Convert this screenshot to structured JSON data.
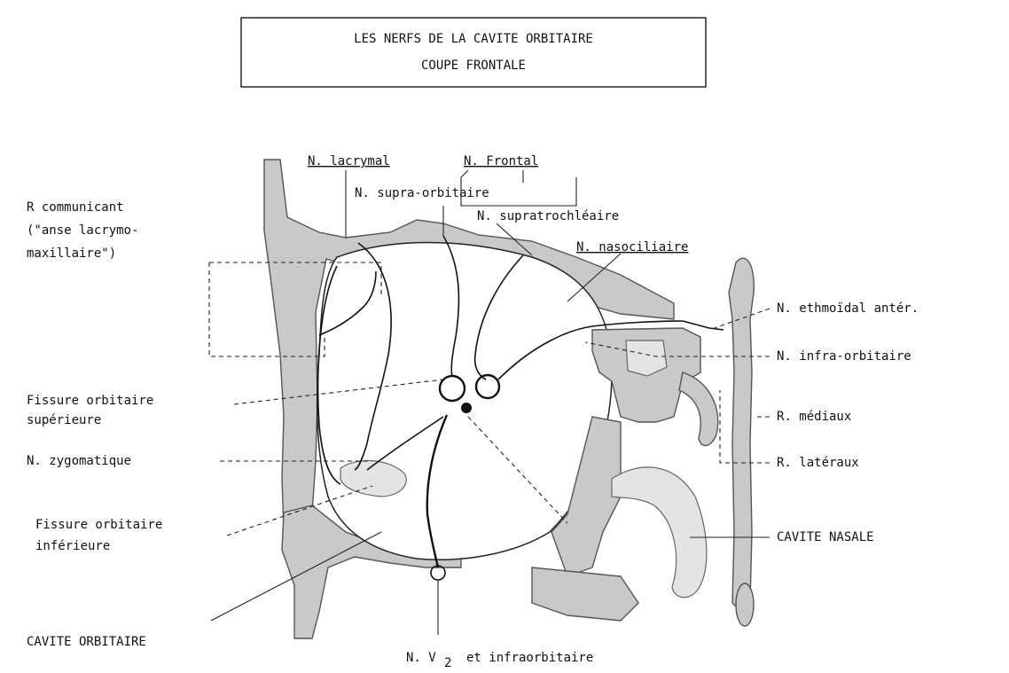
{
  "title": {
    "line1": "LES NERFS DE LA CAVITE ORBITAIRE",
    "line2": "COUPE FRONTALE"
  },
  "labels": {
    "lacrymal": "N. lacrymal",
    "frontal": "N. Frontal",
    "supra_orbitaire": "N. supra-orbitaire",
    "r_communicant_1": "R communicant",
    "r_communicant_2": "(\"anse lacrymo-",
    "r_communicant_3": "maxillaire\")",
    "supratrochleaire": "N. supratrochléaire",
    "nasociliaire": "N. nasociliaire",
    "ethmoidal": "N. ethmoïdal antér.",
    "infra_orbitaire": "N. infra-orbitaire",
    "fissure_sup_1": "Fissure orbitaire",
    "fissure_sup_2": "supérieure",
    "mediaux": "R. médiaux",
    "zygomatique": "N. zygomatique",
    "lateraux": "R. latéraux",
    "fissure_inf_1": "Fissure orbitaire",
    "fissure_inf_2": "inférieure",
    "cavite_nasale": "CAVITE NASALE",
    "cavite_orbitaire": "CAVITE ORBITAIRE",
    "v2_prefix": "N. V",
    "v2_sub": "2",
    "v2_suffix": "et infraorbitaire"
  }
}
